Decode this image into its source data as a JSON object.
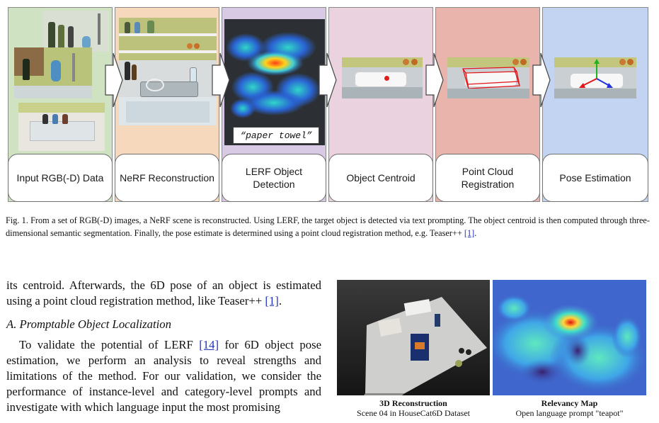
{
  "pipeline": {
    "stages": [
      {
        "label": "Input RGB(-D) Data"
      },
      {
        "label": "NeRF Reconstruction"
      },
      {
        "label": "LERF Object Detection"
      },
      {
        "label": "Object Centroid"
      },
      {
        "label": "Point Cloud Registration"
      },
      {
        "label": "Pose Estimation"
      }
    ],
    "prompt_text": "“paper towel”"
  },
  "caption": {
    "text": "Fig. 1.  From a set of RGB(-D) images, a NeRF scene is reconstructed. Using LERF, the target object is detected via text prompting. The object centroid is then computed through three-dimensional semantic segmentation. Finally, the pose estimate is determined using a point cloud registration method, e.g. Teaser++ ",
    "ref": "[1]",
    "end": "."
  },
  "body": {
    "para1_a": "its centroid. Afterwards, the 6D pose of an object is estimated using a point cloud registration method, like Teaser++ ",
    "para1_ref": "[1]",
    "para1_end": ".",
    "subsection": "A.  Promptable Object Localization",
    "para2_a": "To validate the potential of LERF ",
    "para2_ref": "[14]",
    "para2_b": " for 6D object pose estimation, we perform an analysis to reveal strengths and limitations of the method. For our validation, we consider the performance of instance-level and category-level prompts and investigate with which language input the most promising"
  },
  "figure2": {
    "left_title": "3D Reconstruction",
    "left_sub": "Scene 04 in HouseCat6D Dataset",
    "right_title": "Relevancy Map",
    "right_sub": "Open language prompt \"teapot\""
  }
}
